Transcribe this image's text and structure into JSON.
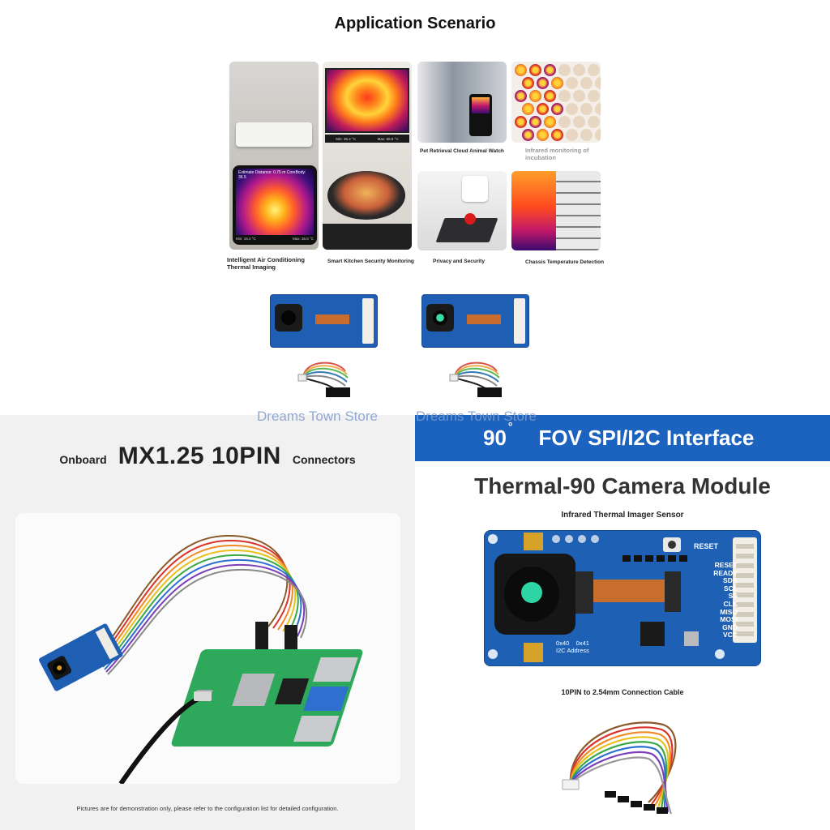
{
  "top": {
    "title": "Application Scenario",
    "scenarios": [
      {
        "caption": "Intelligent Air Conditioning Thermal Imaging",
        "overlay": "Estimate Distance: 0.75 m CoreBody: 36.5",
        "min": "Min: 19.2 °C",
        "max": "Max: 35.6 °C"
      },
      {
        "caption": "Smart Kitchen Security Monitoring",
        "min": "Min: 36.2 °C",
        "max": "Max: 68.8 °C"
      },
      {
        "caption": "Pet Retrieval Cloud Animal Watch"
      },
      {
        "caption": "Infrared monitoring of incubation"
      },
      {
        "caption": "Privacy and Security"
      },
      {
        "caption": "Chassis Temperature Detection"
      }
    ]
  },
  "watermark": {
    "left": "Dreams Town Store",
    "right": "Dreams Town Store"
  },
  "bottom_left": {
    "prefix": "Onboard",
    "highlight": "MX1.25 10PIN",
    "suffix": "Connectors",
    "note": "Pictures are for demonstration only, please refer to the configuration list for detailed configuration."
  },
  "bottom_right": {
    "band_degree": "90",
    "band_degree_symbol": "°",
    "band_text": "FOV SPI/I2C Interface",
    "title": "Thermal-90 Camera Module",
    "subtitle": "Infrared Thermal Imager Sensor",
    "reset_label": "RESET",
    "pins": [
      "RESET",
      "READY",
      "SDA",
      "SCL",
      "SS",
      "CLK",
      "MISO",
      "MOSI",
      "GND",
      "VCC"
    ],
    "address_values": [
      "0x40",
      "0x41"
    ],
    "address_label": "I2C Address",
    "cable_label": "10PIN to 2.54mm Connection Cable"
  },
  "colors": {
    "band_blue": "#1b63bf",
    "board_blue": "#1e60b4",
    "watermark": "#7f9ccc"
  }
}
